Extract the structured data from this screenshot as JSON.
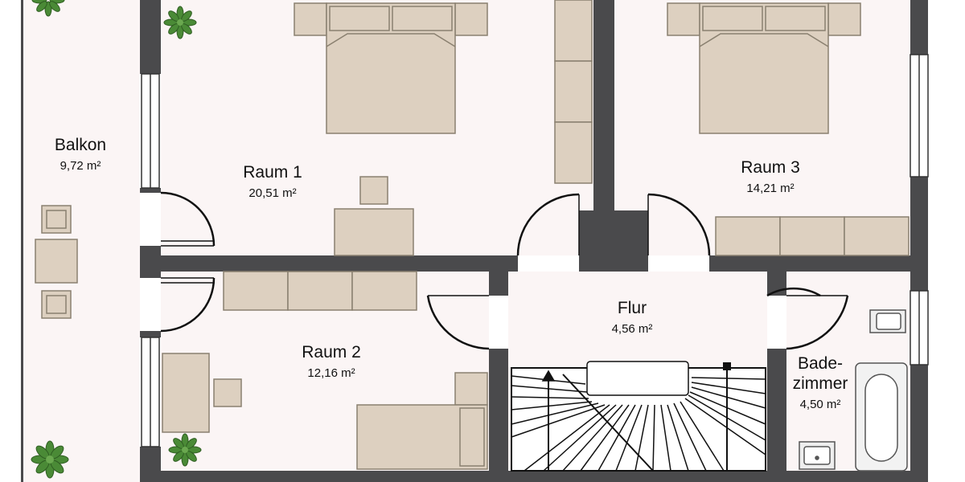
{
  "colors": {
    "floor": "#fbf5f5",
    "wall": "#4a4a4c",
    "furniture": "#ddd0c0",
    "furniture_stroke": "#8a8070",
    "plant": "#4a8a36"
  },
  "rooms": {
    "balkon": {
      "name": "Balkon",
      "area": "9,72 m²"
    },
    "raum1": {
      "name": "Raum 1",
      "area": "20,51 m²"
    },
    "raum2": {
      "name": "Raum 2",
      "area": "12,16 m²"
    },
    "raum3": {
      "name": "Raum 3",
      "area": "14,21 m²"
    },
    "flur": {
      "name": "Flur",
      "area": "4,56 m²"
    },
    "bad": {
      "name_line1": "Bade-",
      "name_line2": "zimmer",
      "area": "4,50 m²"
    }
  },
  "icons": {
    "plant": "potted-plant-icon",
    "stair_arrow": "up-arrow-icon"
  }
}
